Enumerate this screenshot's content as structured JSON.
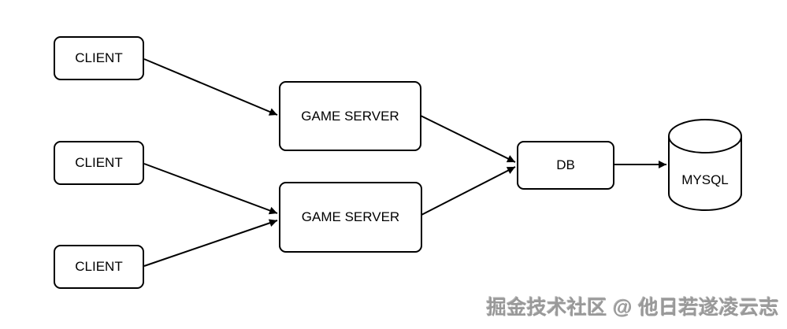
{
  "diagram": {
    "nodes": {
      "client1": {
        "label": "CLIENT"
      },
      "client2": {
        "label": "CLIENT"
      },
      "client3": {
        "label": "CLIENT"
      },
      "gameServer1": {
        "label": "GAME SERVER"
      },
      "gameServer2": {
        "label": "GAME SERVER"
      },
      "db": {
        "label": "DB"
      },
      "mysql": {
        "label": "MYSQL"
      }
    },
    "edges": [
      {
        "from": "client1",
        "to": "gameServer1"
      },
      {
        "from": "client2",
        "to": "gameServer2"
      },
      {
        "from": "client3",
        "to": "gameServer2"
      },
      {
        "from": "gameServer1",
        "to": "db"
      },
      {
        "from": "gameServer2",
        "to": "db"
      },
      {
        "from": "db",
        "to": "mysql"
      }
    ],
    "colors": {
      "stroke": "#000000",
      "background": "#ffffff",
      "watermark": "#999999"
    }
  },
  "watermark": {
    "text": "掘金技术社区 @ 他日若遂凌云志"
  }
}
